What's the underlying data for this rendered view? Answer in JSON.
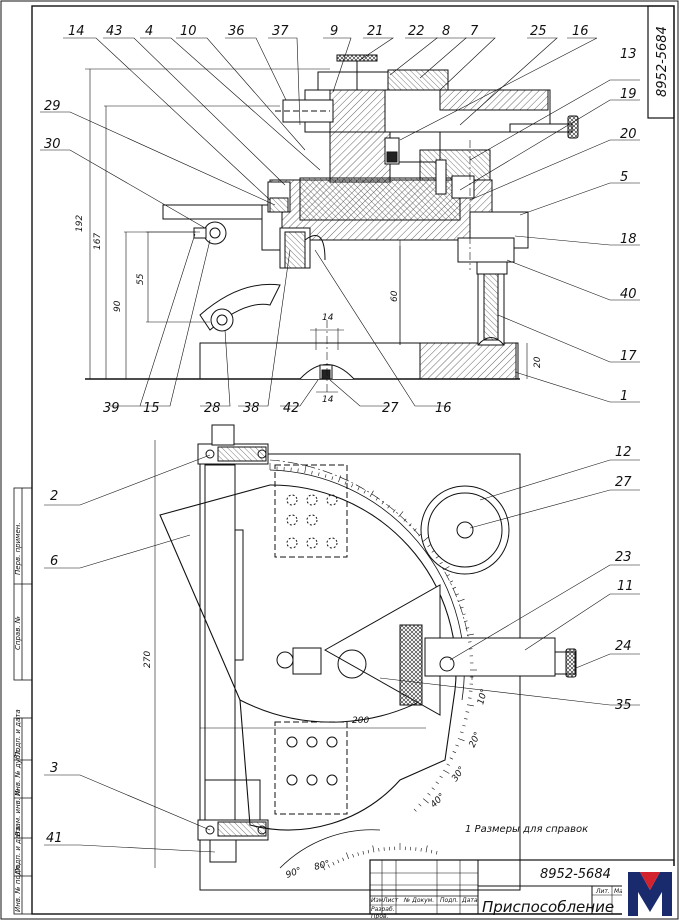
{
  "document": {
    "code": "8952-5684",
    "corner_code": "8952-5684",
    "title": "Приспособление",
    "note": "1 Размеры для справок"
  },
  "callouts": {
    "top_row": [
      "14",
      "43",
      "4",
      "10",
      "36",
      "37",
      "9",
      "21",
      "22",
      "8",
      "7",
      "25",
      "16"
    ],
    "right_col": [
      "13",
      "19",
      "20",
      "5",
      "18",
      "40",
      "17",
      "1"
    ],
    "left_col": [
      "29",
      "30"
    ],
    "bottom_row": [
      "39",
      "15",
      "28",
      "38",
      "42",
      "27",
      "16"
    ],
    "plan_left": [
      "2",
      "6",
      "3",
      "41"
    ],
    "plan_right": [
      "12",
      "27",
      "23",
      "11",
      "24",
      "35"
    ]
  },
  "dimensions": {
    "d192": "192",
    "d167": "167",
    "d90": "90",
    "d55": "55",
    "d60": "60",
    "d20": "20",
    "d14a": "14",
    "d14b": "14",
    "d270": "270",
    "d200": "200"
  },
  "angles": [
    "10°",
    "20°",
    "30°",
    "40°",
    "90°",
    "80°"
  ],
  "title_block": {
    "izm": "Изм",
    "list": "Лист",
    "ndoc": "№ Докум.",
    "podp": "Подп.",
    "data": "Дата",
    "razrab": "Разраб.",
    "prov": "Пров.",
    "lit": "Лит.",
    "massa": "Масса"
  },
  "side_stamp": {
    "perv_primen": "Перв. примен.",
    "sprav": "Справ. №",
    "podp_data1": "Подп. и дата",
    "inv_dubl": "Инв. № дубл.",
    "vzam_inv": "Взам. инв. №",
    "podp_data2": "Подп. и дата",
    "inv_podl": "Инв. № подл."
  },
  "logo": {
    "letter": "M",
    "colors": [
      "#1a2b6d",
      "#d2222d"
    ]
  }
}
